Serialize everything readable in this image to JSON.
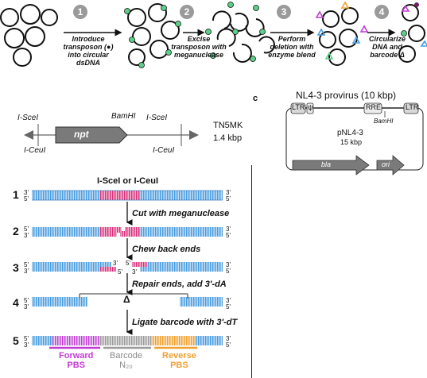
{
  "workflow": {
    "steps": [
      {
        "number": "1",
        "caption_lines": [
          "Introduce",
          "transposon (●)",
          "into circular",
          "dsDNA"
        ]
      },
      {
        "number": "2",
        "caption_lines": [
          "Excise",
          "transposon with",
          "meganuclease"
        ]
      },
      {
        "number": "3",
        "caption_lines": [
          "Perform",
          "deletion with",
          "enzyme blend"
        ]
      },
      {
        "number": "4",
        "caption_lines": [
          "Circularize",
          "DNA and",
          "barcode Δ"
        ]
      }
    ]
  },
  "transposon": {
    "left_sce": "I-SceI",
    "left_ceu": "I-CeuI",
    "gene": "npt",
    "bamhi": "BamHI",
    "right_sce": "I-SceI",
    "right_ceu": "I-CeuI",
    "name": "TN5MK",
    "size": "1.4 kbp"
  },
  "panel_c": {
    "letter": "c",
    "title": "NL4-3 provirus (10 kbp)",
    "ltr_left": "LTR",
    "psi": "ψ",
    "rre": "RRE",
    "ltr_right": "LTR",
    "bamhi": "BamHI",
    "plasmid": "pNL4-3",
    "plasmid_size": "15 kbp",
    "bla": "bla",
    "ori": "ori"
  },
  "steps_diagram": {
    "enzyme_title": "I-SceI or I-CeuI",
    "rows": [
      "1",
      "2",
      "3",
      "4",
      "5"
    ],
    "end3": "3'",
    "end5": "5'",
    "actions": [
      "Cut with meganuclease",
      "Chew back ends",
      "Repair ends, add 3'-dA",
      "Ligate barcode with 3'-dT"
    ],
    "delta": "Δ",
    "forward_label": [
      "Forward",
      "PBS"
    ],
    "barcode_label": [
      "Barcode",
      "N₂₀"
    ],
    "reverse_label": [
      "Reverse",
      "PBS"
    ],
    "colors": {
      "dna_blue": "#4a9de0",
      "meganuclease_site": "#d9307a",
      "forward": "#c23bd4",
      "barcode": "#9a9a9a",
      "reverse": "#f0a030",
      "transposon_green": "#5ccf8a"
    }
  }
}
